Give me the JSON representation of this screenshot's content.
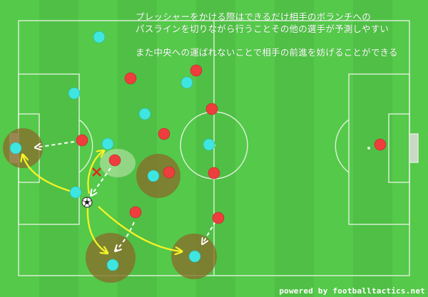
{
  "caption": {
    "line1": "プレッシャーをかける際はできるだけ相手のボランチへの",
    "line2": "パスラインを切りながら行うことその他の選手が予測しやすい",
    "line3": "また中央への運ばれないことで相手の前進を妨げることができる"
  },
  "footer": "powered by footballtactics.net",
  "colors": {
    "grass_light": "#55c94a",
    "grass_dark": "#43b33b",
    "line": "#e8f3e6",
    "cyan_player": "#3ee6df",
    "red_player": "#ee3d3d",
    "pressure_zone": "#8a6a2a",
    "arrow_yellow": "#f4f227",
    "pass_cut": "#e0261b"
  },
  "icons": [
    "soccer-ball-icon",
    "pass-cut-x-icon"
  ]
}
